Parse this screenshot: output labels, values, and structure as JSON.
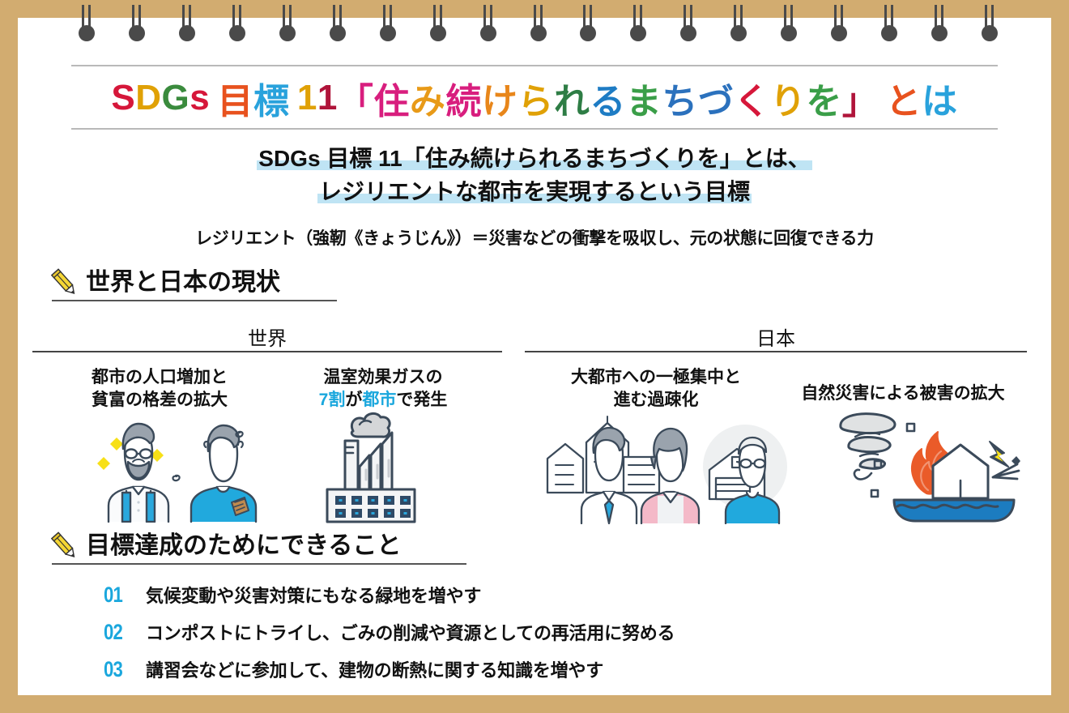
{
  "frame": {
    "border_color": "#d2ac70",
    "paper_color": "#ffffff",
    "ring_color": "#4a4a4a",
    "ring_count": 19
  },
  "title": {
    "full_text": "SDGs 目標 11「住み続けられるまちづくりを」とは",
    "chars": [
      {
        "t": "S",
        "c": "#d6173a"
      },
      {
        "t": "D",
        "c": "#e0a106"
      },
      {
        "t": "G",
        "c": "#3a8b3d"
      },
      {
        "t": "s",
        "c": "#d6173a"
      },
      {
        "t": " ",
        "c": "#111111"
      },
      {
        "t": "目",
        "c": "#e8521e"
      },
      {
        "t": "標",
        "c": "#29a2dc"
      },
      {
        "t": " ",
        "c": "#111111"
      },
      {
        "t": "1",
        "c": "#e0a106"
      },
      {
        "t": "1",
        "c": "#b0143a"
      },
      {
        "t": "「",
        "c": "#d81e7e"
      },
      {
        "t": "住",
        "c": "#d81e7e"
      },
      {
        "t": "み",
        "c": "#e89a18"
      },
      {
        "t": "続",
        "c": "#d81e7e"
      },
      {
        "t": "け",
        "c": "#e8861a"
      },
      {
        "t": "ら",
        "c": "#e0a106"
      },
      {
        "t": "れ",
        "c": "#2e7d45"
      },
      {
        "t": "る",
        "c": "#1e7cc4"
      },
      {
        "t": "ま",
        "c": "#3a9e48"
      },
      {
        "t": "ち",
        "c": "#2b71bd"
      },
      {
        "t": "づ",
        "c": "#2b71bd"
      },
      {
        "t": "く",
        "c": "#d6173a"
      },
      {
        "t": "り",
        "c": "#e0a106"
      },
      {
        "t": "を",
        "c": "#3a9e48"
      },
      {
        "t": "」",
        "c": "#b0143a"
      },
      {
        "t": " ",
        "c": "#111111"
      },
      {
        "t": "と",
        "c": "#e8521e"
      },
      {
        "t": "は",
        "c": "#29a2dc"
      }
    ]
  },
  "subtitle": {
    "line1": "SDGs 目標 11「住み続けられるまちづくりを」とは、",
    "line2": "レジリエントな都市を実現するという目標",
    "highlight_color": "#bfe4f4"
  },
  "note": "レジリエント（強靭《きょうじん》）＝災害などの衝撃を吸収し、元の状態に回復できる力",
  "sections": [
    {
      "heading": "世界と日本の現状",
      "icon": "pencil-icon"
    },
    {
      "heading": "目標達成のためにできること",
      "icon": "pencil-icon"
    }
  ],
  "status": {
    "columns": [
      {
        "name": "世界",
        "items": [
          {
            "caption_line1": "都市の人口増加と",
            "caption_line2": "貧富の格差の拡大",
            "illustration": "rich-and-poor-people-illustration"
          },
          {
            "caption_line1": "温室効果ガスの",
            "caption_line2_pre": "",
            "caption_highlight1": "7割",
            "caption_mid": "が",
            "caption_highlight2": "都市",
            "caption_post": "で発生",
            "illustration": "factory-smokestack-illustration"
          }
        ]
      },
      {
        "name": "日本",
        "items": [
          {
            "caption_line1": "大都市への一極集中と",
            "caption_line2": "進む過疎化",
            "illustration": "city-couple-and-rural-elder-illustration"
          },
          {
            "caption_line1": "自然災害による被害の拡大",
            "caption_line2": "",
            "illustration": "natural-disaster-illustration"
          }
        ]
      }
    ],
    "highlight_color": "#1aa7dd"
  },
  "actions": {
    "number_color": "#1aa7dd",
    "items": [
      {
        "num": "01",
        "text": "気候変動や災害対策にもなる緑地を増やす"
      },
      {
        "num": "02",
        "text": "コンポストにトライし、ごみの削減や資源としての再活用に努める"
      },
      {
        "num": "03",
        "text": "講習会などに参加して、建物の断熱に関する知識を増やす"
      }
    ]
  }
}
